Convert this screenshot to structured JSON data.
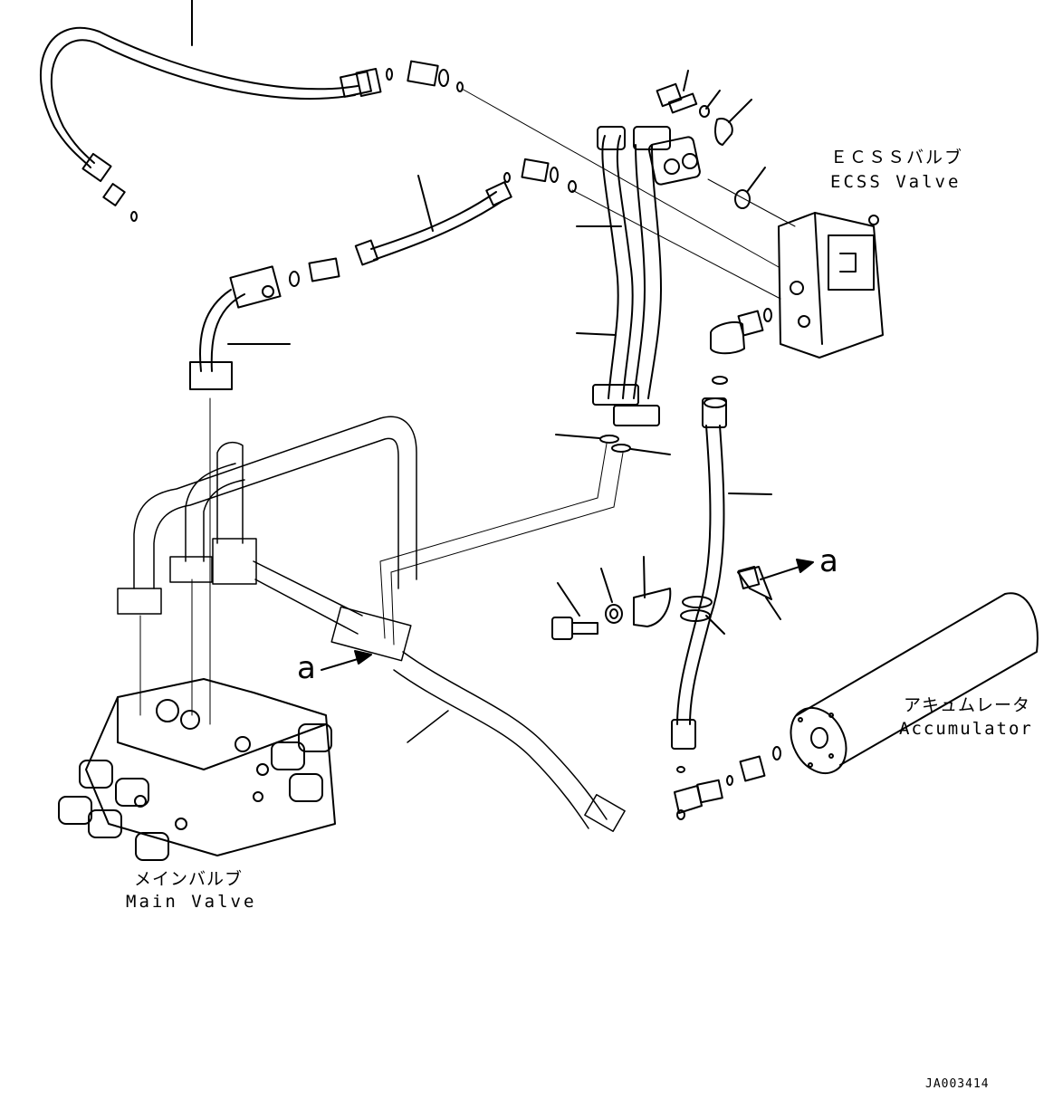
{
  "labels": {
    "ecss_jp": "ＥＣＳＳバルブ",
    "ecss_en": "ECSS Valve",
    "main_jp": "メインバルブ",
    "main_en": "Main Valve",
    "acc_jp": "アキュムレータ",
    "acc_en": "Accumulator",
    "ref_a_upper": "a",
    "ref_a_lower": "a",
    "drawing_code": "JA003414"
  }
}
